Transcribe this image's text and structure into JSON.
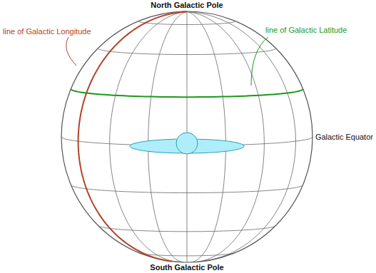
{
  "diagram": {
    "labels": [
      "North Galactic Pole",
      "line of Galactic Longitude",
      "line of Galactic Latitude",
      "Galactic Equator",
      "South Galactic Pole"
    ]
  }
}
